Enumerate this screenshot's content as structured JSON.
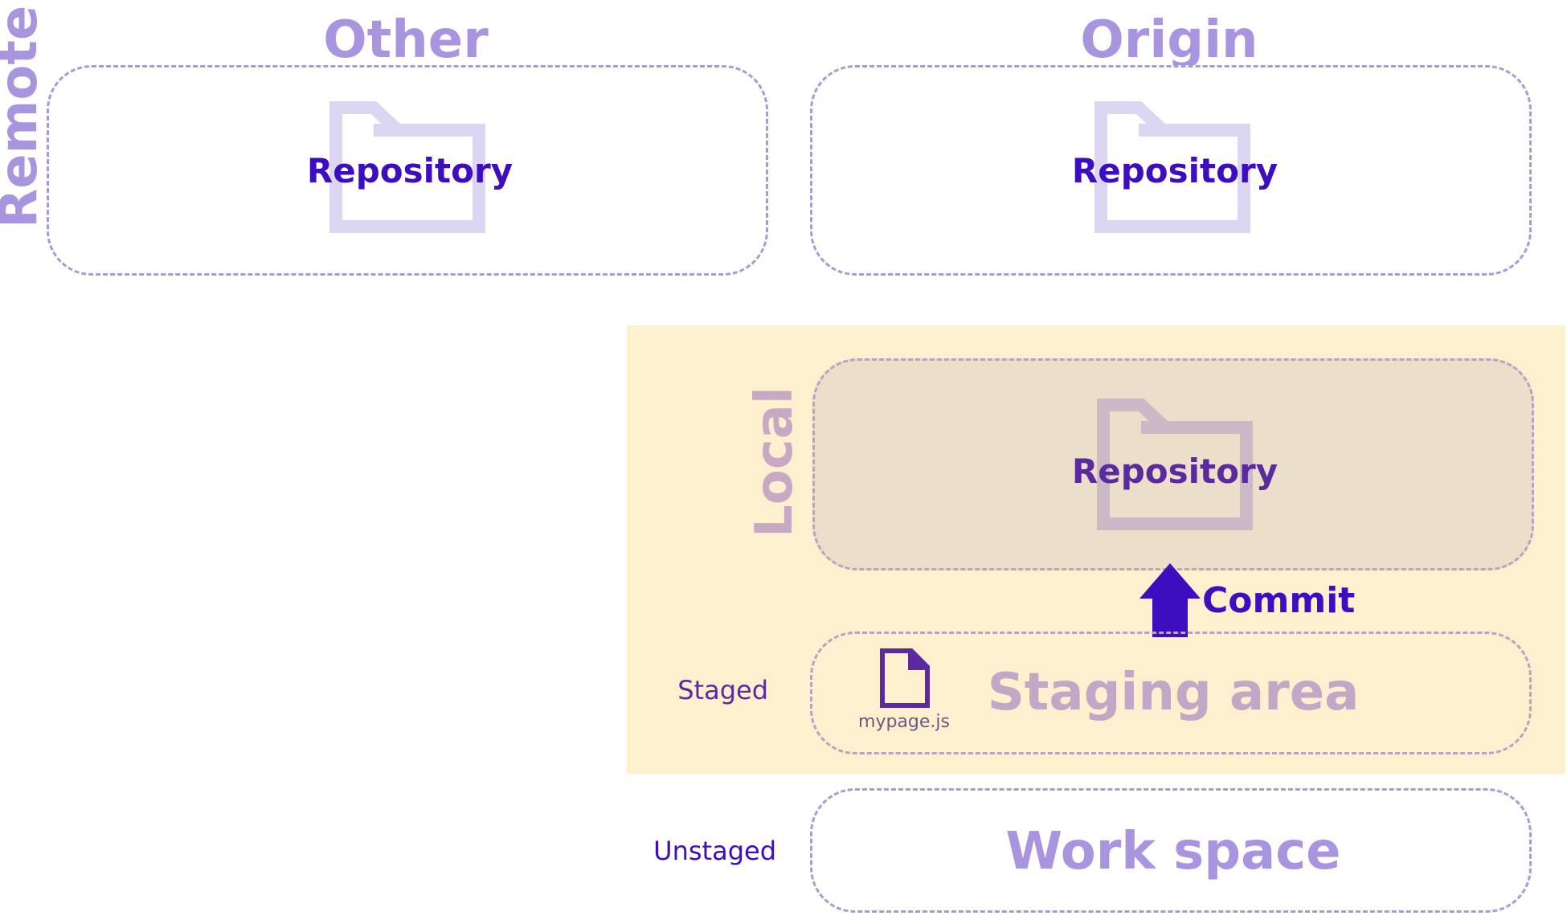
{
  "remote": {
    "side_label": "Remote",
    "other": {
      "title": "Other",
      "repository_label": "Repository"
    },
    "origin": {
      "title": "Origin",
      "repository_label": "Repository"
    }
  },
  "local": {
    "side_label": "Local",
    "repository_label": "Repository",
    "commit_label": "Commit",
    "staged_label": "Staged",
    "staging_area_label": "Staging area",
    "file_name": "mypage.js"
  },
  "workspace": {
    "unstaged_label": "Unstaged",
    "label": "Work space"
  },
  "colors": {
    "zone_title": "#a994df",
    "box_border": "#a89ad8",
    "folder_light": "#dcd6f3",
    "folder_local": "#cbb9c7",
    "repo_text": "#3d0dc0",
    "local_repo_text": "#5b2a9e",
    "local_band": "#fcf0cf",
    "local_repo_fill": "#ebdfca",
    "local_side_text": "#c7a9c6",
    "staging_text": "#c2a7c7",
    "commit_arrow": "#3d0dc0",
    "file_icon": "#5b2a9e"
  },
  "icons": [
    "folder-icon",
    "file-icon",
    "arrow-up-icon"
  ]
}
